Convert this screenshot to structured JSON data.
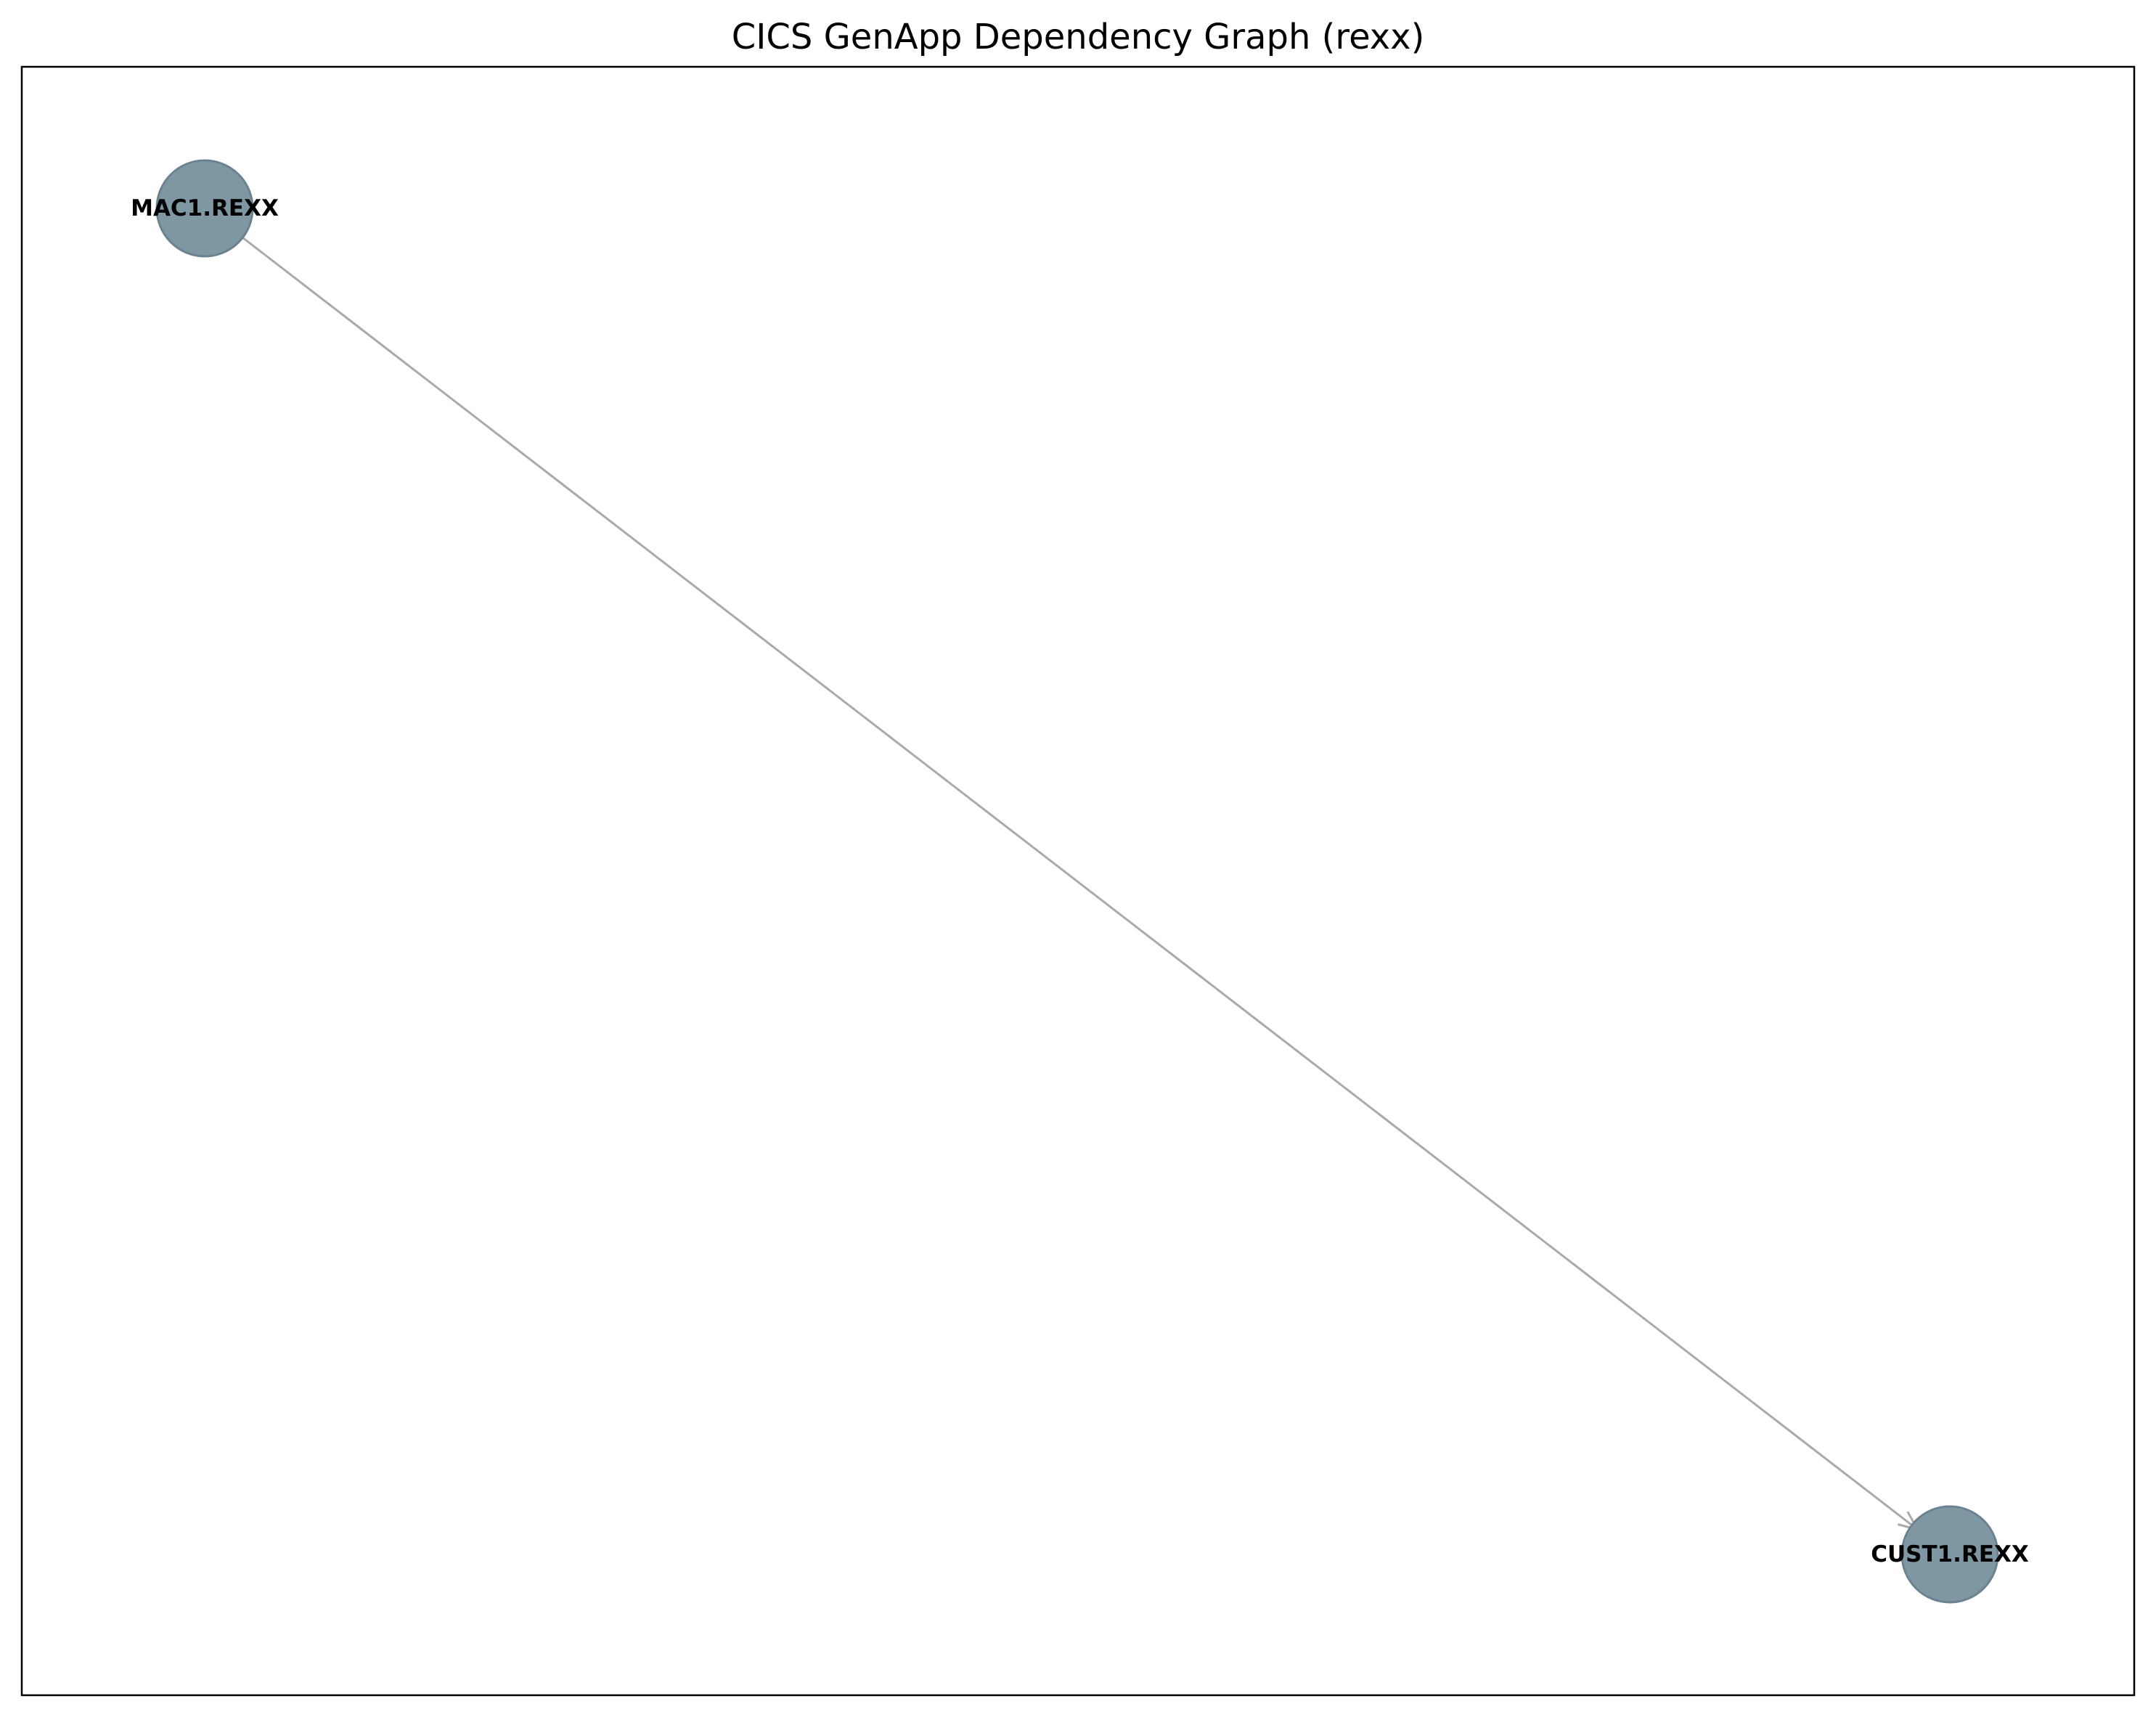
{
  "title": "CICS GenApp Dependency Graph (rexx)",
  "colors": {
    "node_fill": "#7f96a3",
    "node_stroke": "#6b8290",
    "edge": "#aaaaaa",
    "frame": "#000000",
    "label": "#000000"
  },
  "nodes": [
    {
      "id": "MAC1.REXX",
      "label": "MAC1.REXX"
    },
    {
      "id": "CUST1.REXX",
      "label": "CUST1.REXX"
    }
  ],
  "edges": [
    {
      "source": "MAC1.REXX",
      "target": "CUST1.REXX",
      "directed": true
    }
  ]
}
